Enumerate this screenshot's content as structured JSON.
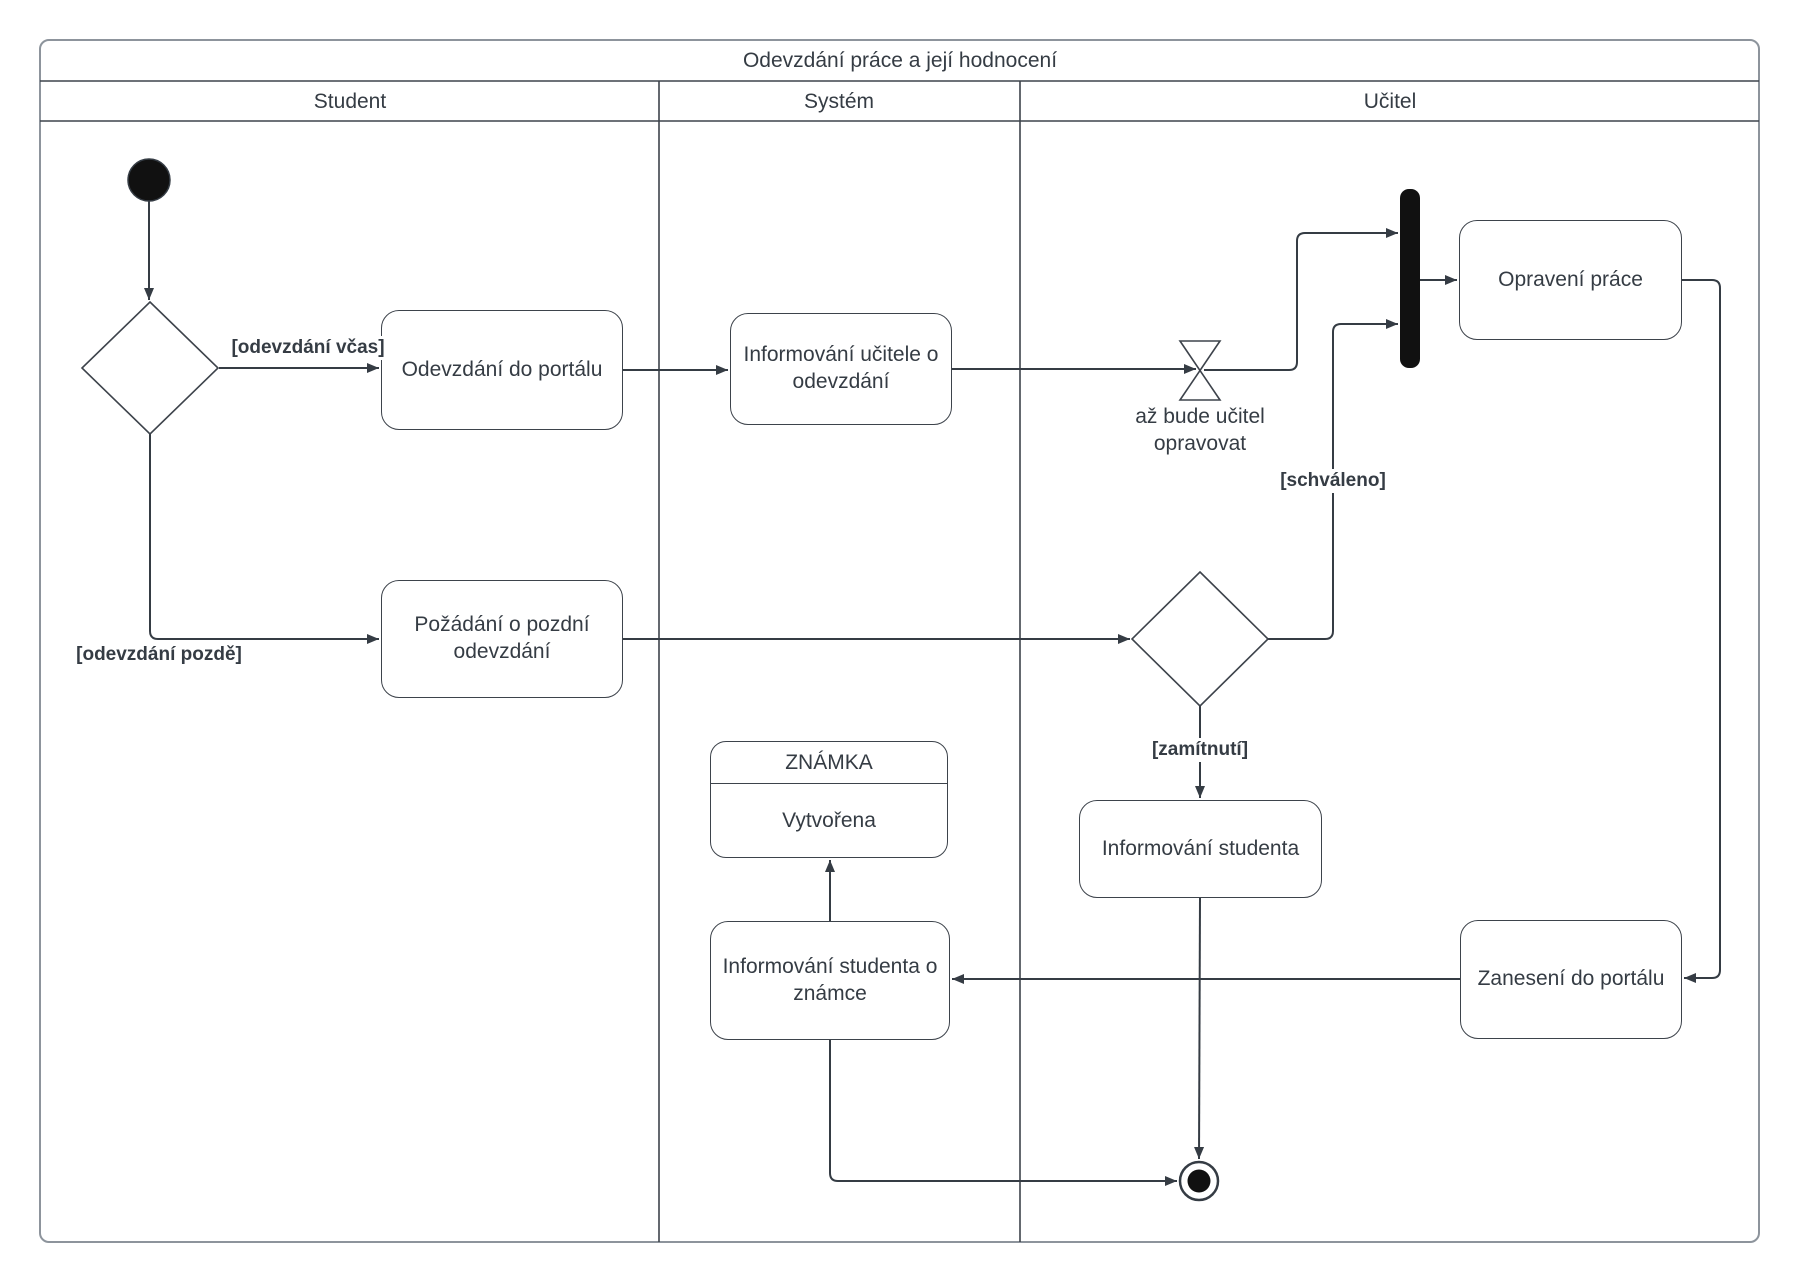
{
  "diagram": {
    "title": "Odevzdání práce a její hodnocení",
    "lanes": [
      {
        "label": "Student"
      },
      {
        "label": "Systém"
      },
      {
        "label": "Učitel"
      }
    ],
    "nodes": {
      "odevzdani_do_portalu": "Odevzdání do portálu",
      "informovani_ucitele": "Informování učitele o odevzdání",
      "opraveni_prace": "Opravení práce",
      "pozadani_o_pozdni": "Požádání o pozdní odevzdání",
      "informovani_studenta": "Informování studenta",
      "informovani_studenta_o_znamce": "Informování studenta o známce",
      "zaneseni_do_portalu": "Zanesení do portálu"
    },
    "object_node": {
      "title": "ZNÁMKA",
      "state": "Vytvořena"
    },
    "wait_event_label": "až bude učitel opravovat",
    "guards": {
      "vcas": "[odevzdání včas]",
      "pozde": "[odevzdání pozdě]",
      "schvaleno": "[schváleno]",
      "zamitnuti": "[zamítnutí]"
    },
    "colors": {
      "stroke": "#3d434b",
      "text": "#353c44",
      "frame": "#8d949c",
      "node_fill": "#ffffff",
      "bar_fill": "#111111"
    }
  }
}
